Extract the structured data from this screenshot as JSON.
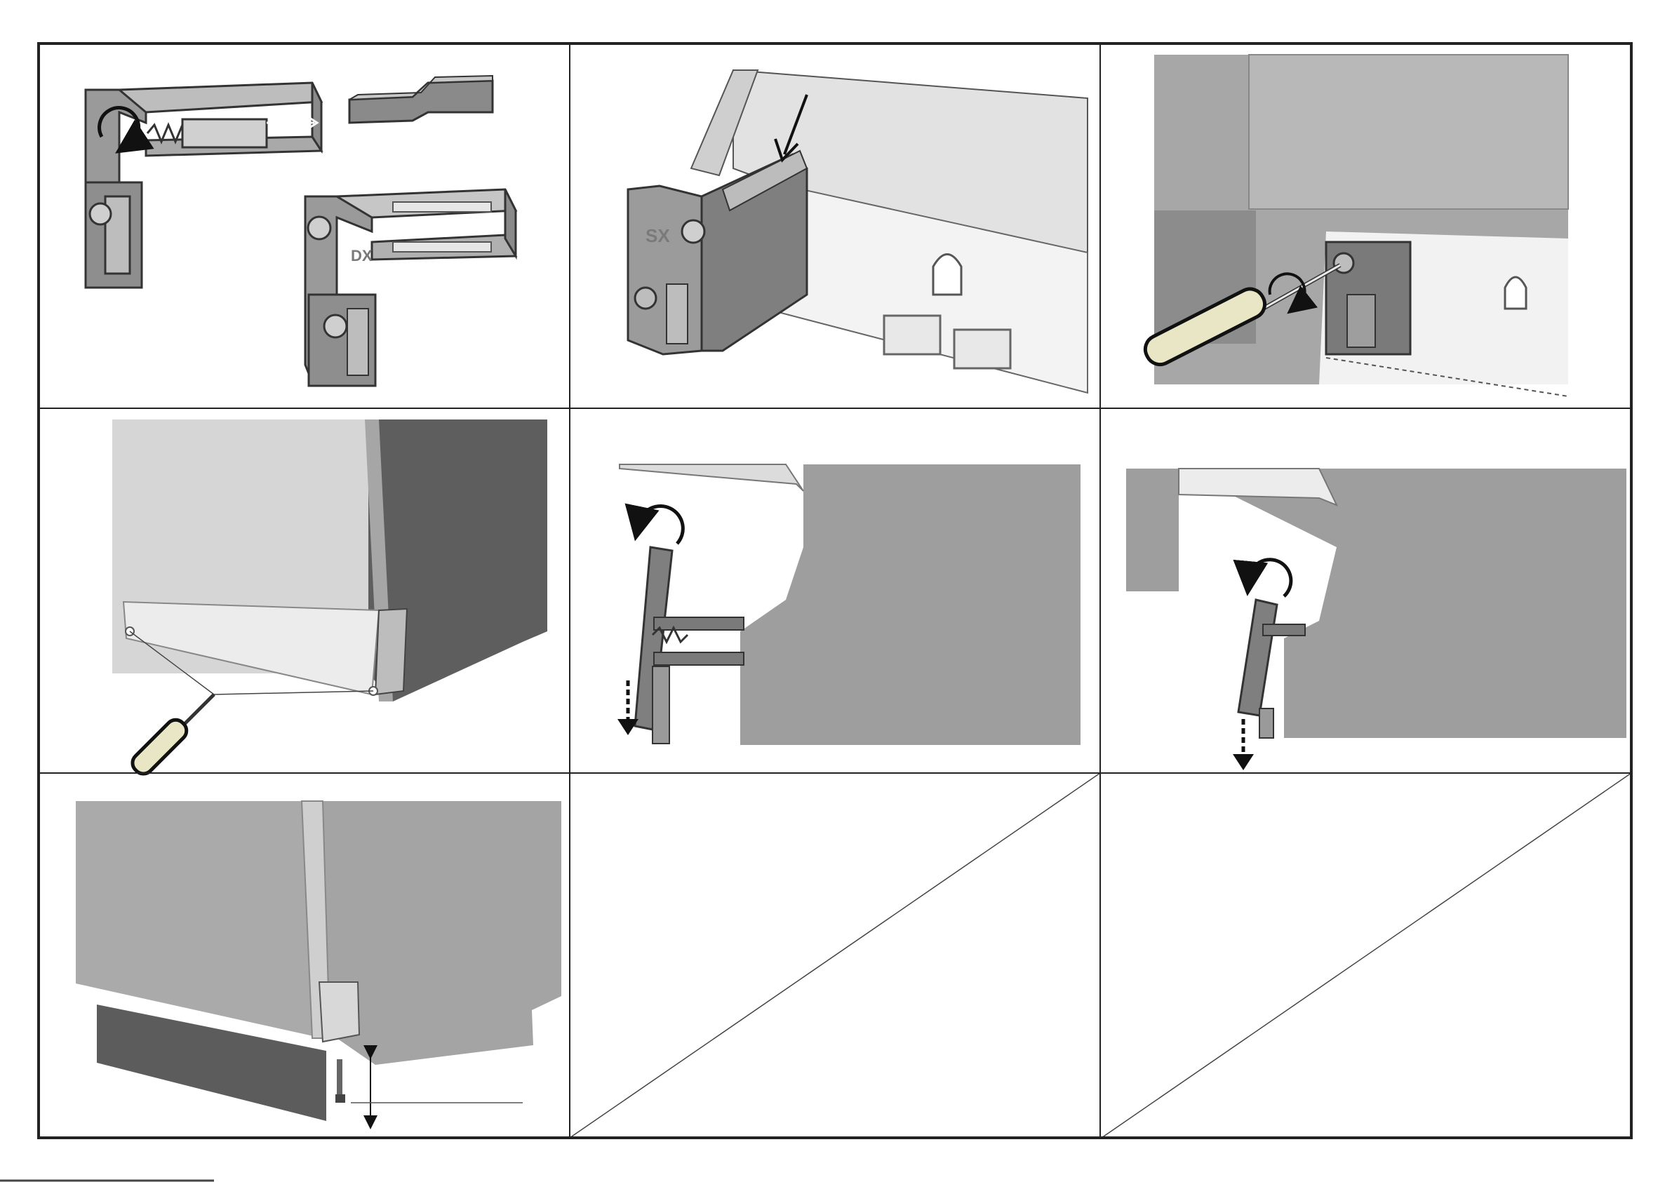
{
  "document": {
    "type": "installation-instructions-sheet",
    "grid": {
      "rows": 3,
      "columns": 3
    },
    "panels": [
      {
        "id": "1",
        "content": "bracket-adjust-screw-remove-insert"
      },
      {
        "id": "2",
        "content": "bracket-slide-onto-rail",
        "mark": "SX"
      },
      {
        "id": "3",
        "content": "tighten-bracket-screw-with-screwdriver"
      },
      {
        "id": "4",
        "content": "door-bottom-screwdriver-fix"
      },
      {
        "id": "5",
        "content": "rotate-and-lower-plinth-left"
      },
      {
        "id": "6",
        "content": "rotate-and-lower-plinth-right"
      },
      {
        "id": "7",
        "content": "plinth-height-measurement"
      },
      {
        "id": "8",
        "content": "empty-crossed"
      },
      {
        "id": "9",
        "content": "empty-crossed"
      }
    ],
    "bracket_marks": [
      "SX",
      "DX"
    ]
  },
  "colors": {
    "frame": "#222222",
    "panel_light": "#d9d9d9",
    "panel_mid": "#a4a4a4",
    "panel_dark": "#6e6e6e",
    "bracket": "#8e8e8e",
    "screwdriver_handle": "#e9e6c6"
  }
}
